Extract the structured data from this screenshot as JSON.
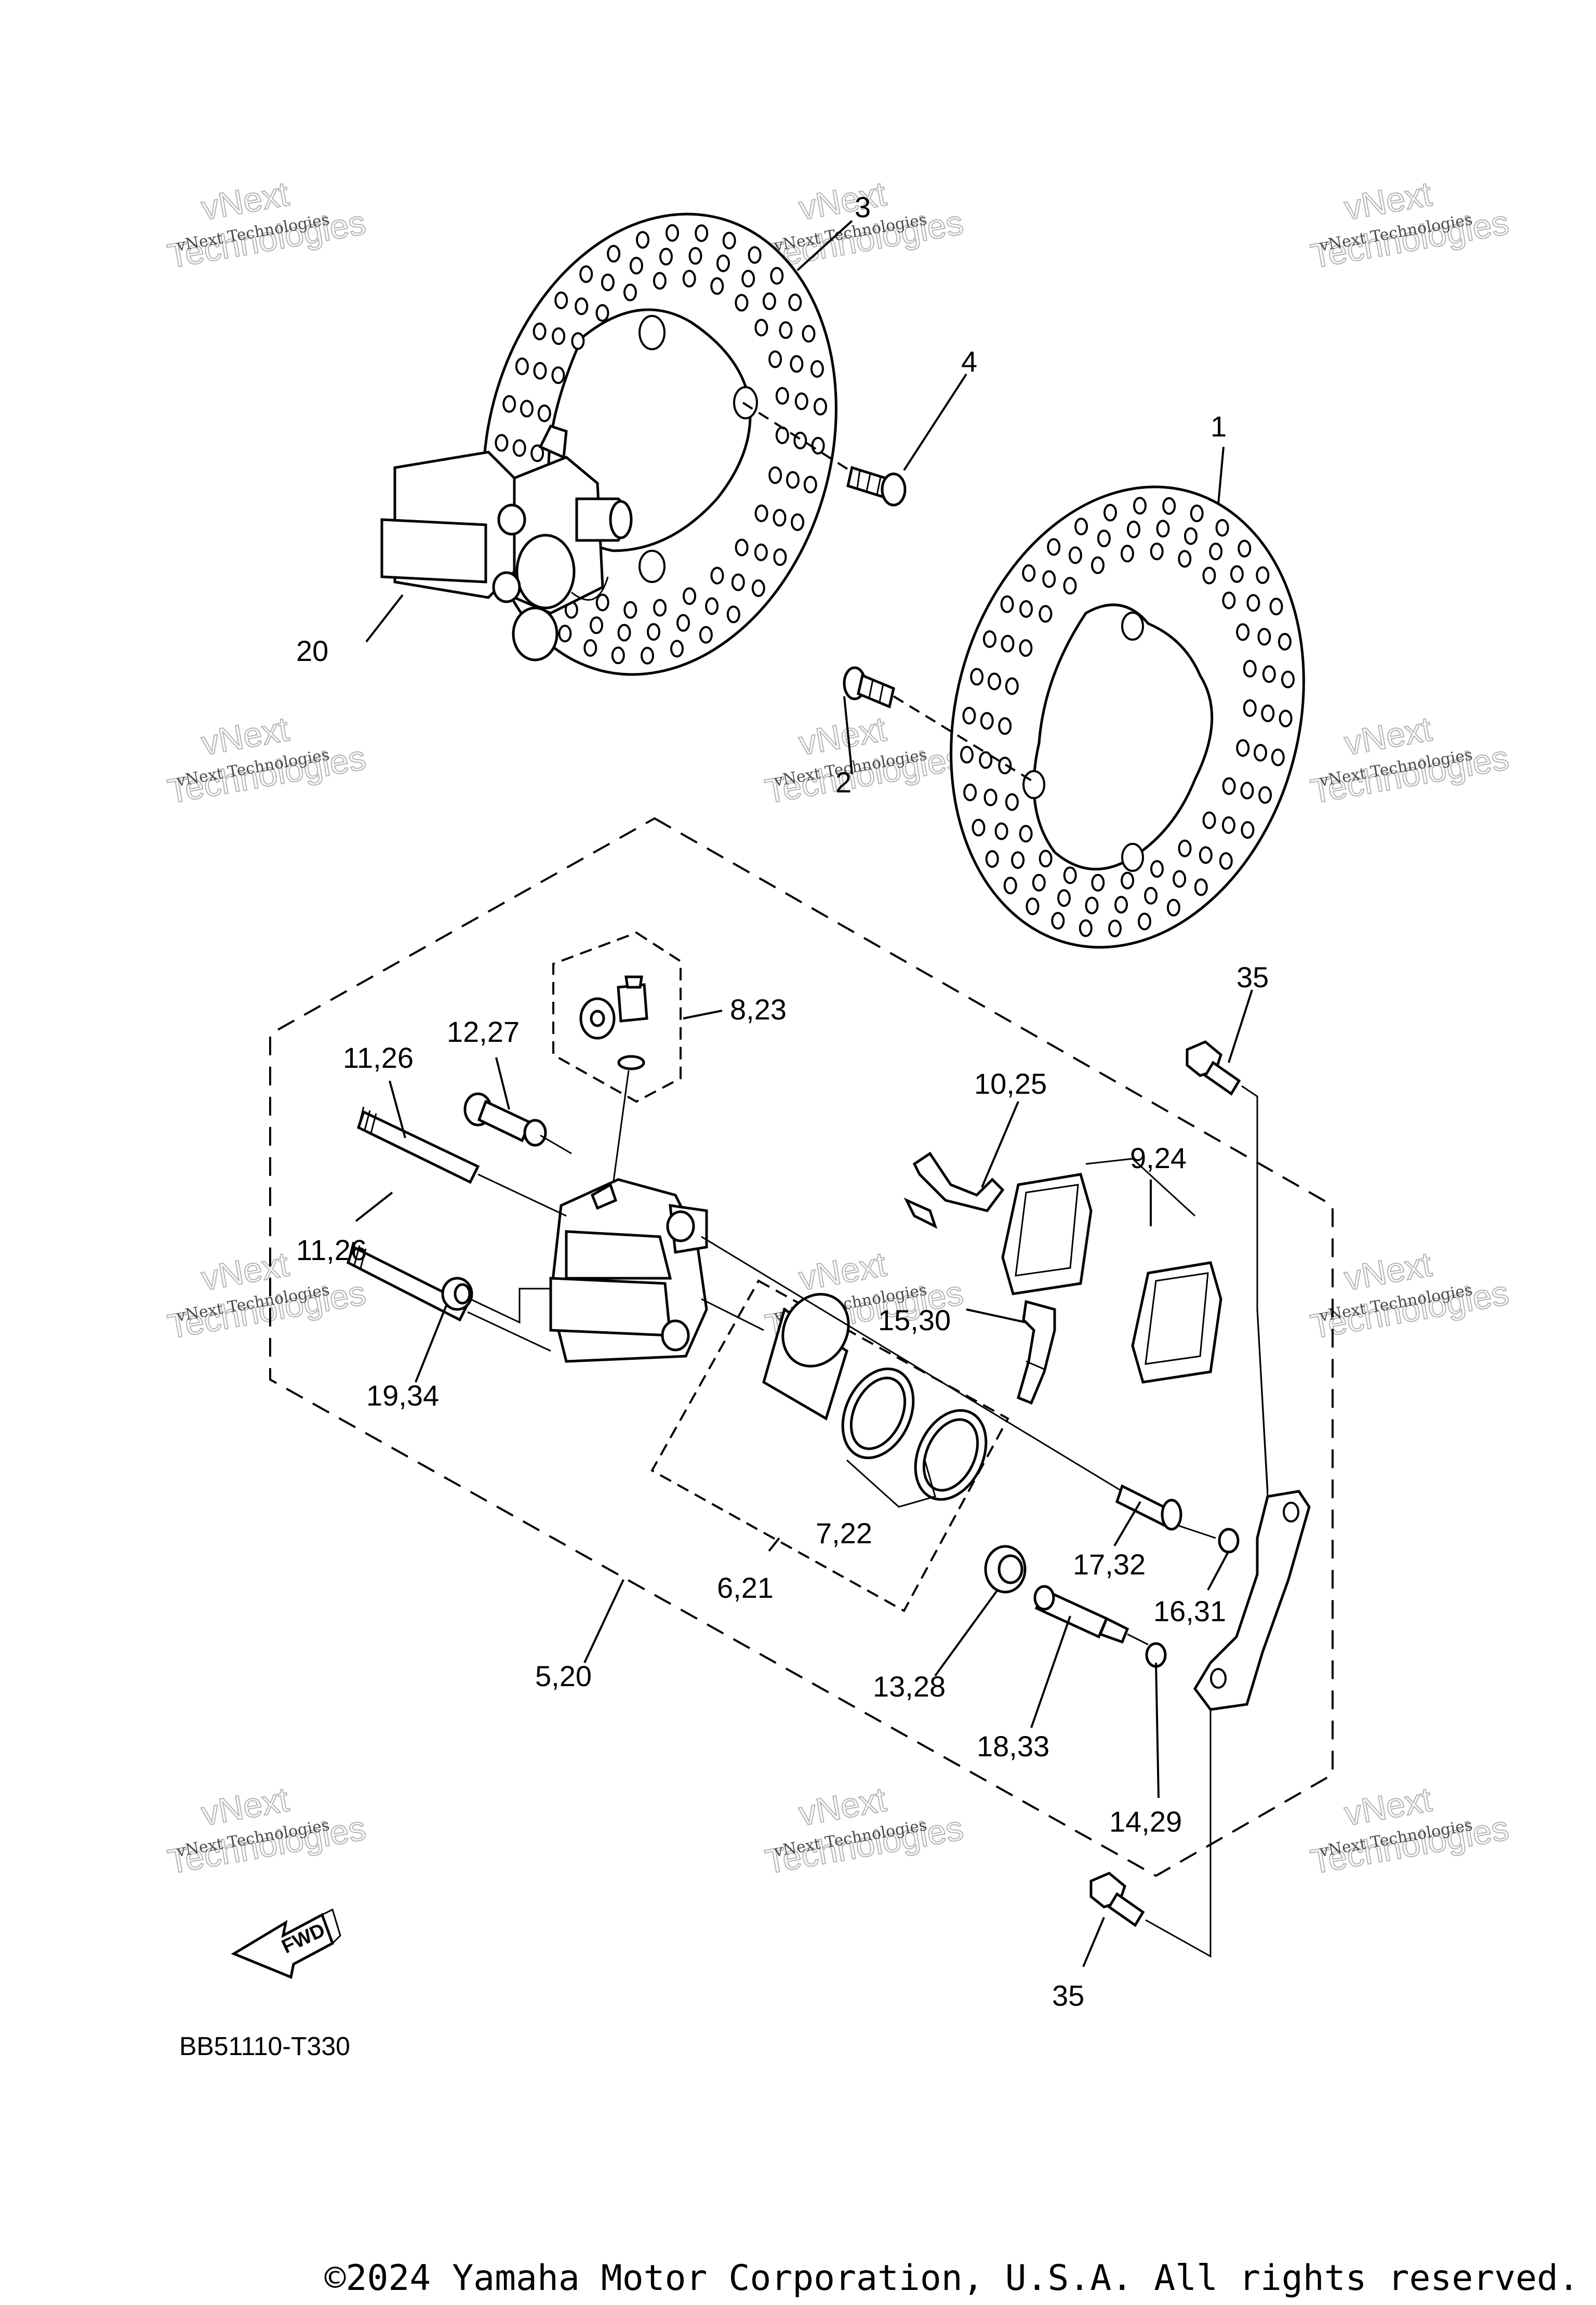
{
  "diagram": {
    "code": "BB51110-T330",
    "fwd_label": "FWD",
    "copyright": "©2024 Yamaha Motor Corporation, U.S.A. All rights reserved.",
    "callouts": [
      {
        "id": "c1",
        "text": "1"
      },
      {
        "id": "c2",
        "text": "2"
      },
      {
        "id": "c3",
        "text": "3"
      },
      {
        "id": "c4",
        "text": "4"
      },
      {
        "id": "c20",
        "text": "20"
      },
      {
        "id": "c35a",
        "text": "35"
      },
      {
        "id": "c35b",
        "text": "35"
      },
      {
        "id": "c8_23",
        "text": "8,23"
      },
      {
        "id": "c12_27",
        "text": "12,27"
      },
      {
        "id": "c11_26a",
        "text": "11,26"
      },
      {
        "id": "c11_26b",
        "text": "11,26"
      },
      {
        "id": "c10_25",
        "text": "10,25"
      },
      {
        "id": "c9_24",
        "text": "9,24"
      },
      {
        "id": "c15_30",
        "text": "15,30"
      },
      {
        "id": "c19_34",
        "text": "19,34"
      },
      {
        "id": "c7_22",
        "text": "7,22"
      },
      {
        "id": "c6_21",
        "text": "6,21"
      },
      {
        "id": "c17_32",
        "text": "17,32"
      },
      {
        "id": "c16_31",
        "text": "16,31"
      },
      {
        "id": "c5_20",
        "text": "5,20"
      },
      {
        "id": "c13_28",
        "text": "13,28"
      },
      {
        "id": "c18_33",
        "text": "18,33"
      },
      {
        "id": "c14_29",
        "text": "14,29"
      }
    ]
  },
  "watermark": {
    "line1": "vNext Technologies",
    "line2": "vNext",
    "line3": "Technologies"
  }
}
